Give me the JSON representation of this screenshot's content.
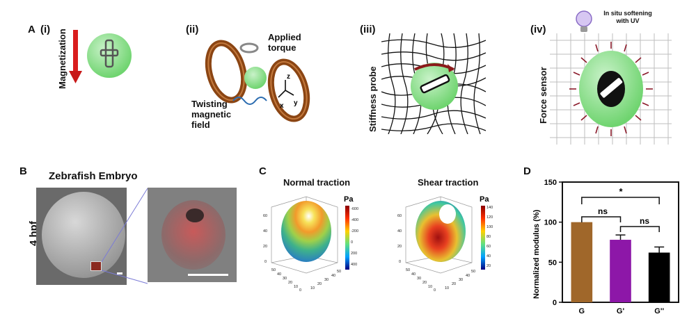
{
  "panel_A": {
    "letter": "A",
    "i": {
      "label": "(i)",
      "axis": "Magnetization"
    },
    "ii": {
      "label": "(ii)",
      "torque": "Applied torque",
      "field": "Twisting magnetic field",
      "x": "x",
      "y": "y",
      "z": "z"
    },
    "iii": {
      "label": "(iii)",
      "probe": "Stiffness probe"
    },
    "iv": {
      "label": "(iv)",
      "softening": "In situ softening with UV",
      "sensor": "Force sensor"
    }
  },
  "panel_B": {
    "letter": "B",
    "title": "Zebrafish Embryo",
    "stage": "4 hpf"
  },
  "panel_C": {
    "letter": "C",
    "normal": {
      "title": "Normal traction",
      "unit": "Pa",
      "ticks": [
        "-600",
        "-400",
        "-200",
        "0",
        "200",
        "400"
      ],
      "z_ticks": [
        "0",
        "20",
        "40",
        "60"
      ],
      "x_ticks": [
        "0",
        "10",
        "20",
        "30",
        "40",
        "50"
      ],
      "y_ticks": [
        "10",
        "20",
        "30",
        "40",
        "50"
      ]
    },
    "shear": {
      "title": "Shear traction",
      "unit": "Pa",
      "ticks": [
        "140",
        "120",
        "100",
        "80",
        "60",
        "40",
        "20"
      ],
      "z_ticks": [
        "0",
        "20",
        "40",
        "60"
      ],
      "x_ticks": [
        "0",
        "10",
        "20",
        "30",
        "40",
        "50"
      ],
      "y_ticks": [
        "10",
        "20",
        "30",
        "40",
        "50"
      ]
    }
  },
  "panel_D": {
    "letter": "D",
    "sig_star": "*",
    "sig_ns1": "ns",
    "sig_ns2": "ns"
  },
  "chart_data": {
    "type": "bar",
    "categories": [
      "G",
      "G'",
      "G''"
    ],
    "values": [
      100,
      78,
      62
    ],
    "errors": [
      0,
      6,
      7
    ],
    "colors": [
      "#a0672a",
      "#8d17a8",
      "#000000"
    ],
    "ylabel": "Normalized modulus (%)",
    "ylim": [
      0,
      150
    ],
    "yticks": [
      0,
      50,
      100,
      150
    ]
  }
}
